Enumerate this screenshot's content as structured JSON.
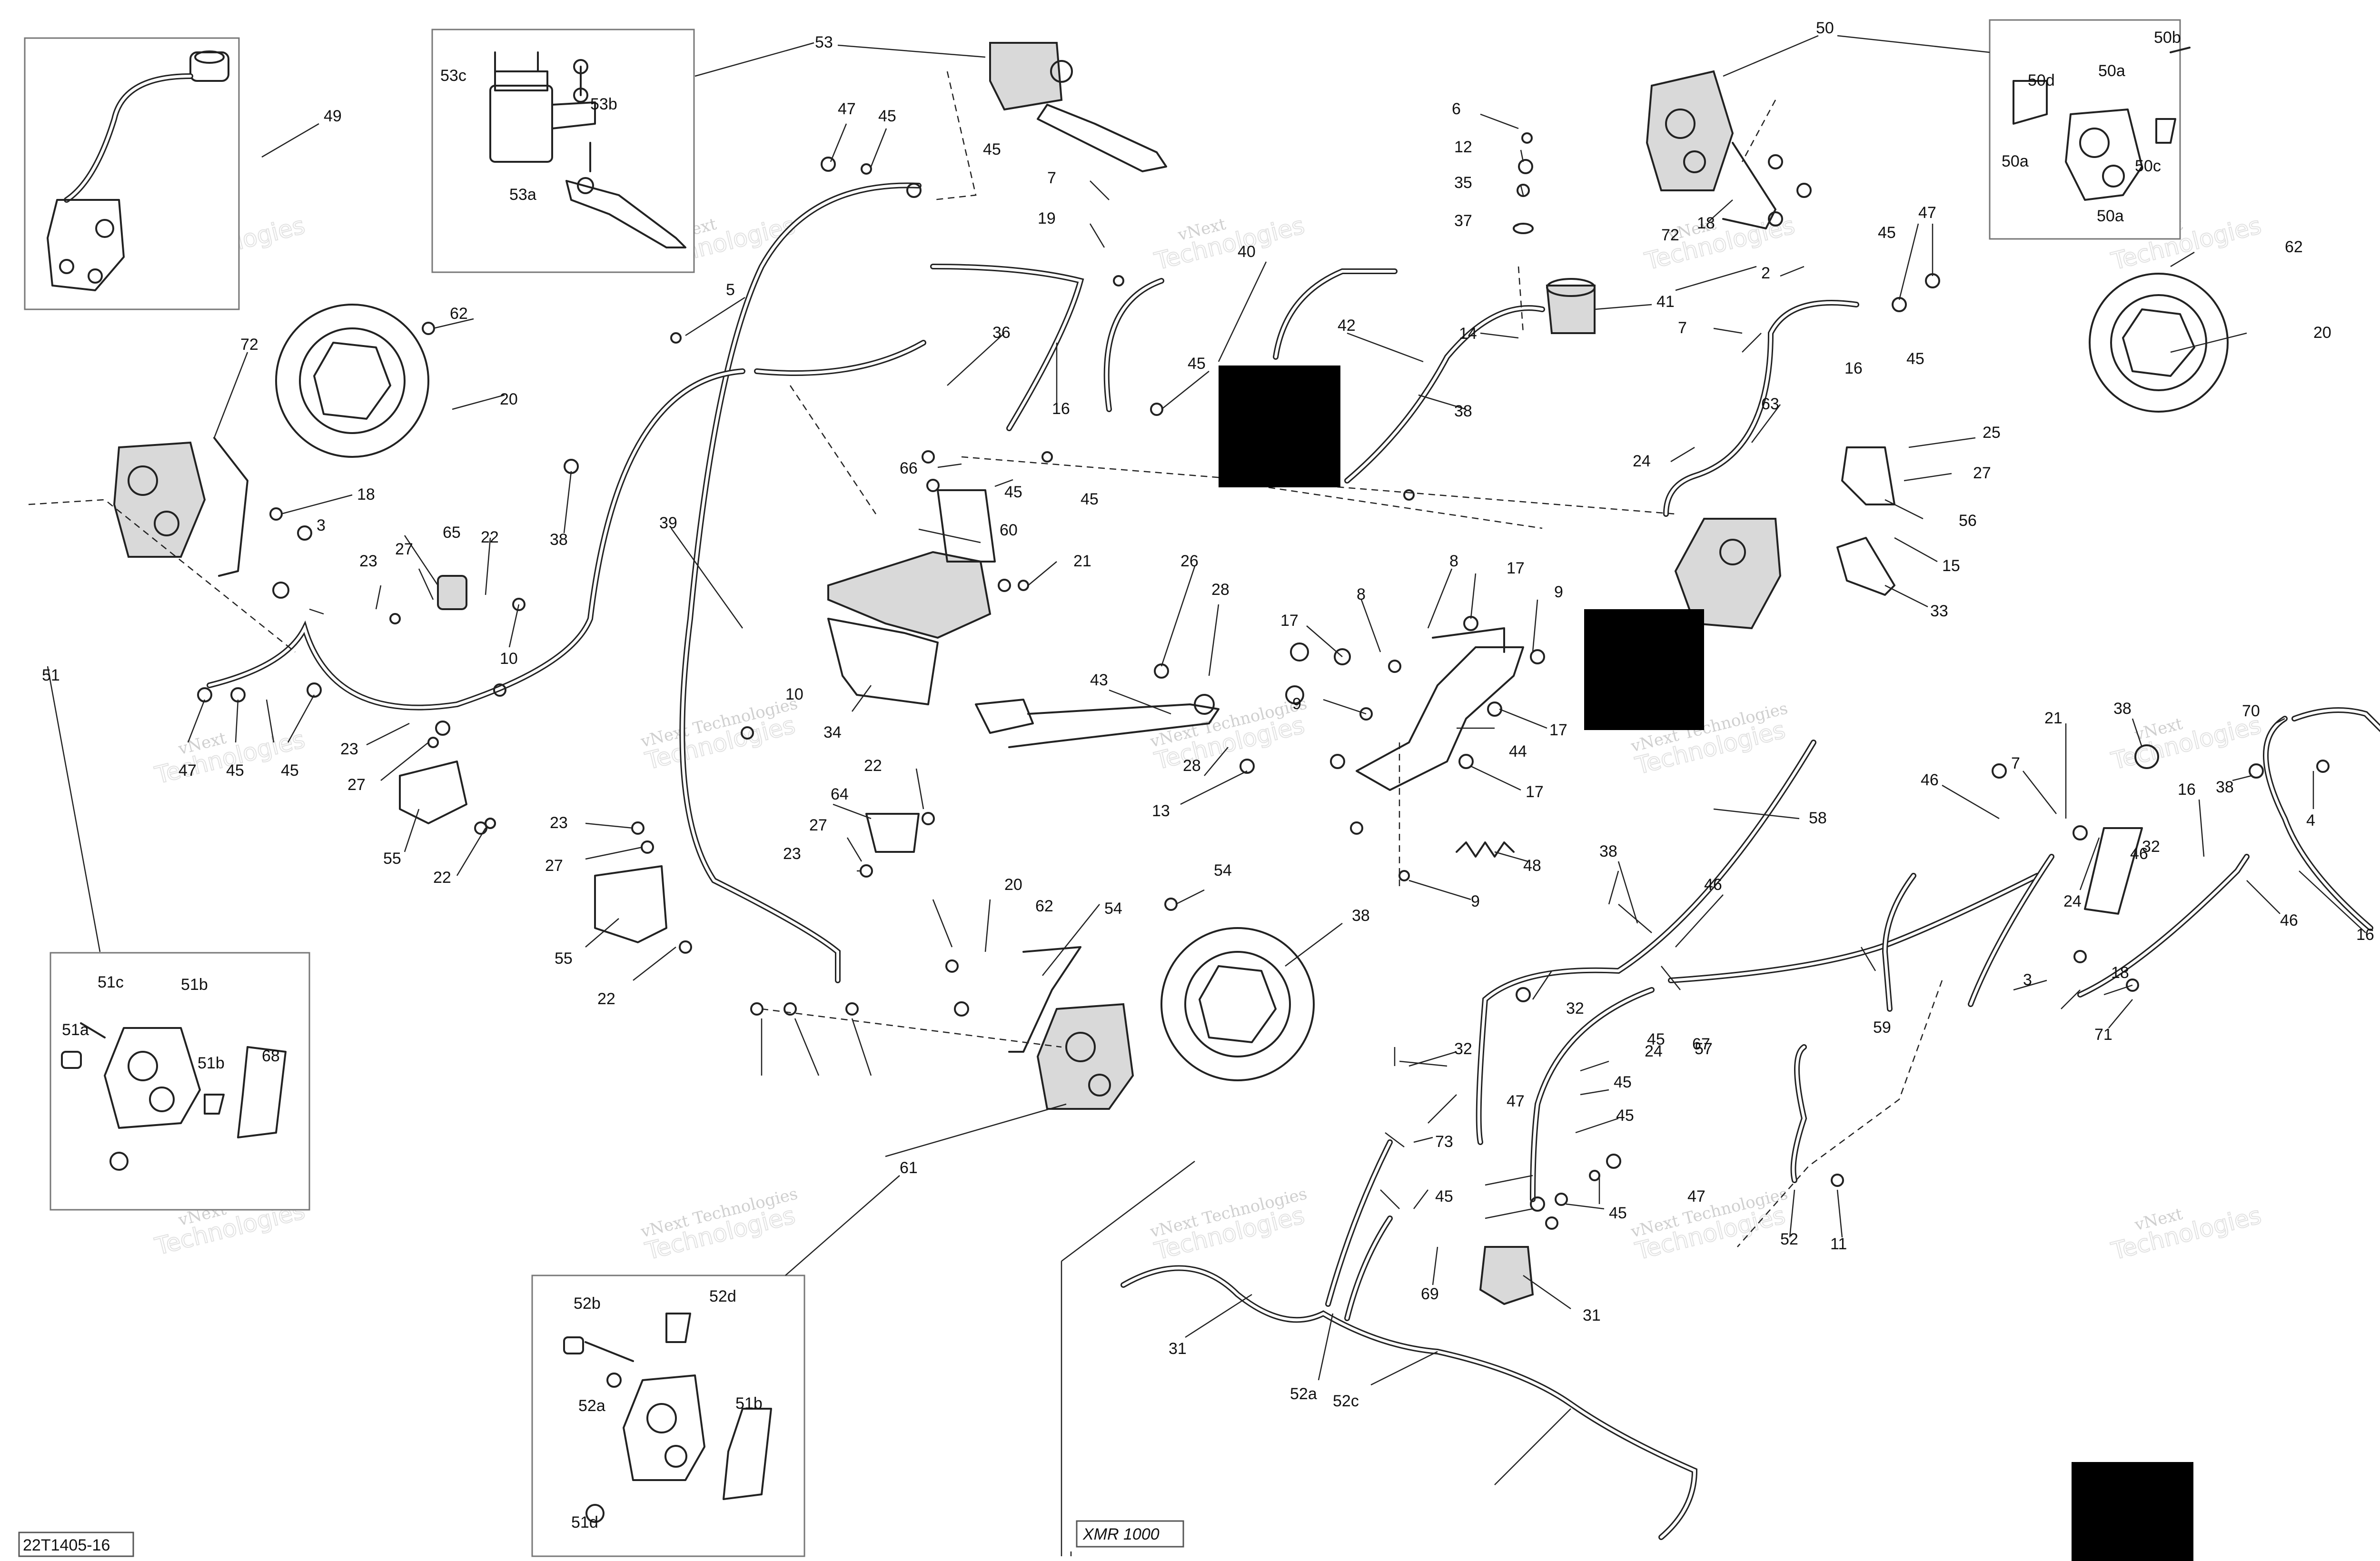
{
  "diagram_code": "22T1405-16",
  "model_label": "XMR 1000",
  "watermark": {
    "line1": "vNext",
    "line2": "Technologies",
    "line3": "vNext Technologies"
  },
  "callouts": [
    "49",
    "53",
    "53c",
    "53b",
    "53a",
    "47",
    "45",
    "45",
    "7",
    "19",
    "50",
    "50b",
    "50d",
    "50a",
    "50a",
    "50c",
    "50a",
    "6",
    "12",
    "35",
    "37",
    "41",
    "14",
    "45",
    "47",
    "5",
    "62",
    "20",
    "62",
    "20",
    "72",
    "72",
    "18",
    "40",
    "42",
    "36",
    "16",
    "45",
    "38",
    "18",
    "2",
    "7",
    "16",
    "45",
    "63",
    "24",
    "25",
    "27",
    "56",
    "15",
    "33",
    "3",
    "51",
    "65",
    "22",
    "27",
    "23",
    "10",
    "38",
    "39",
    "66",
    "45",
    "45",
    "60",
    "21",
    "8",
    "17",
    "9",
    "8",
    "17",
    "26",
    "28",
    "43",
    "44",
    "17",
    "9",
    "17",
    "34",
    "47",
    "45",
    "45",
    "23",
    "27",
    "55",
    "22",
    "10",
    "23",
    "27",
    "55",
    "22",
    "64",
    "22",
    "27",
    "23",
    "13",
    "28",
    "48",
    "9",
    "58",
    "21",
    "38",
    "46",
    "7",
    "24",
    "16",
    "38",
    "70",
    "4",
    "46",
    "32",
    "38",
    "46",
    "67",
    "24",
    "46",
    "16",
    "3",
    "18",
    "71",
    "20",
    "62",
    "54",
    "54",
    "38",
    "32",
    "32",
    "45",
    "59",
    "57",
    "47",
    "45",
    "45",
    "47",
    "45",
    "73",
    "45",
    "52",
    "11",
    "61",
    "69",
    "31",
    "31",
    "52a",
    "52c",
    "52b",
    "52d",
    "52a",
    "51b",
    "51d",
    "51c",
    "51b",
    "51a",
    "51b",
    "68"
  ]
}
